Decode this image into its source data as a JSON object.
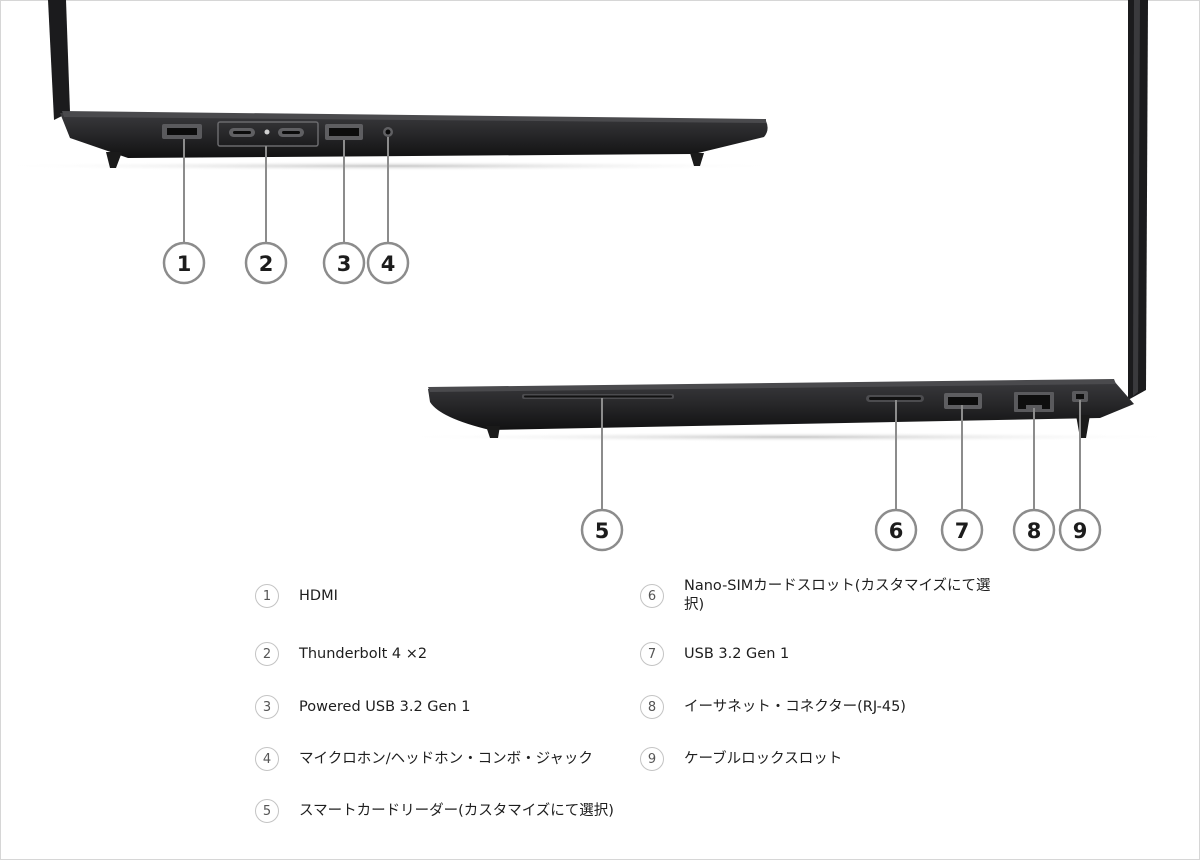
{
  "diagram": {
    "top_view_callouts": [
      "1",
      "2",
      "3",
      "4"
    ],
    "bottom_view_callouts": [
      "5",
      "6",
      "7",
      "8",
      "9"
    ]
  },
  "legend": {
    "items": [
      {
        "num": "1",
        "label": "HDMI"
      },
      {
        "num": "2",
        "label": "Thunderbolt 4 ×2"
      },
      {
        "num": "3",
        "label": "Powered USB 3.2 Gen 1"
      },
      {
        "num": "4",
        "label": "マイクロホン/ヘッドホン・コンボ・ジャック"
      },
      {
        "num": "5",
        "label": "スマートカードリーダー(カスタマイズにて選択)"
      },
      {
        "num": "6",
        "label": "Nano-SIMカードスロット(カスタマイズにて選択)"
      },
      {
        "num": "7",
        "label": "USB 3.2 Gen 1"
      },
      {
        "num": "8",
        "label": "イーサネット・コネクター(RJ-45)"
      },
      {
        "num": "9",
        "label": "ケーブルロックスロット"
      }
    ]
  },
  "colors": {
    "laptop_body": "#2a2a2c",
    "laptop_edge": "#101011",
    "callout_ring": "#8c8c8c",
    "badge_ring": "#c4c4c4"
  }
}
